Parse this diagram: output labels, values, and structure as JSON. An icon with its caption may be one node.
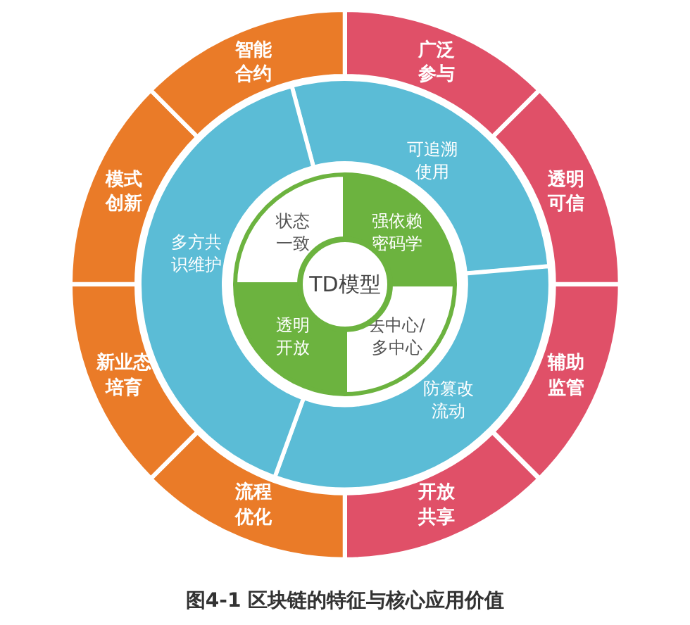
{
  "diagram": {
    "caption": "图4-1 区块链的特征与核心应用价值",
    "nodes": [
      {
        "text": [
          "广泛参与"
        ]
      },
      {
        "text": [
          "透明可信"
        ]
      },
      {
        "text": [
          "辅助监管"
        ]
      },
      {
        "text": [
          "开放共享"
        ]
      },
      {
        "text": [
          "流程优化"
        ]
      },
      {
        "text": [
          "新业态培育"
        ]
      },
      {
        "text": [
          "模式创新"
        ]
      },
      {
        "text": [
          "智能合约"
        ]
      },
      {
        "text": [
          "可追溯使用"
        ]
      },
      {
        "text": [
          "防篡改流动"
        ]
      },
      {
        "text": [
          "多方共识维护"
        ]
      },
      {
        "text": [
          "状态一致"
        ]
      },
      {
        "text": [
          "强依赖密码学"
        ]
      },
      {
        "text": [
          "去中心/多中心"
        ]
      },
      {
        "text": [
          "透明开放"
        ]
      },
      {
        "text": [
          "TD模型"
        ]
      }
    ],
    "edges": []
  }
}
